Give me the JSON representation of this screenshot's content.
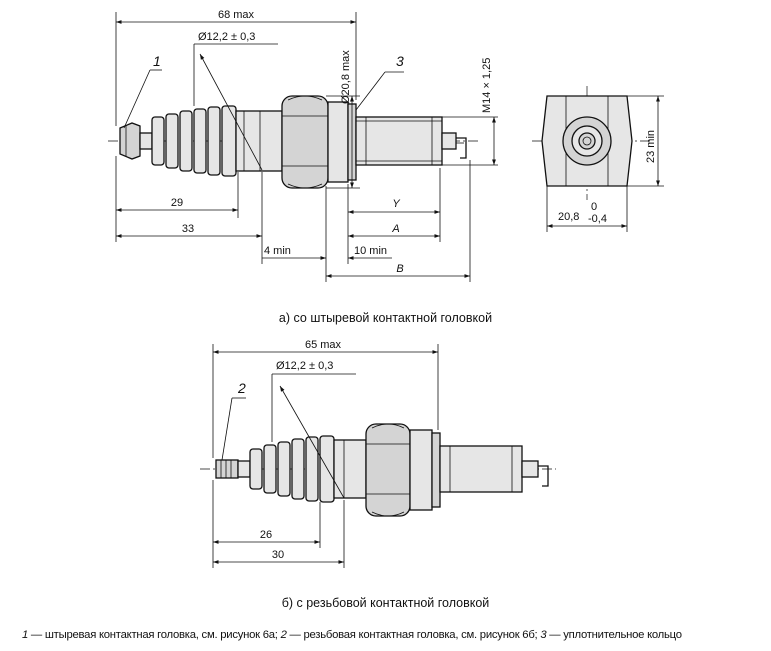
{
  "view_a": {
    "caption": "а)  со штыревой контактной головкой",
    "dims": {
      "overall": "68 max",
      "diameter": "Ø12,2 ± 0,3",
      "hex_diameter": "Ø20,8 max",
      "thread": "M14 × 1,25",
      "d29": "29",
      "d33": "33",
      "y": "Y",
      "a": "A",
      "min4": "4 min",
      "min10": "10 min",
      "b": "B"
    },
    "labels": {
      "one": "1",
      "three": "3"
    }
  },
  "end_view": {
    "hex_width_base": "20,8",
    "tol_upper": "0",
    "tol_lower": "-0,4",
    "height": "23 min"
  },
  "view_b": {
    "caption": "б)  с резьбовой контактной головкой",
    "dims": {
      "overall": "65 max",
      "diameter": "Ø12,2 ± 0,3",
      "d26": "26",
      "d30": "30"
    },
    "labels": {
      "two": "2"
    }
  },
  "legend": {
    "n1": "1",
    "t1": " — штыревая контактная головка, см. рисунок 6а; ",
    "n2": "2",
    "t2": " — резьбовая контактная головка, см. рисунок 6б; ",
    "n3": "3",
    "t3": " — уплотнительное кольцо"
  }
}
